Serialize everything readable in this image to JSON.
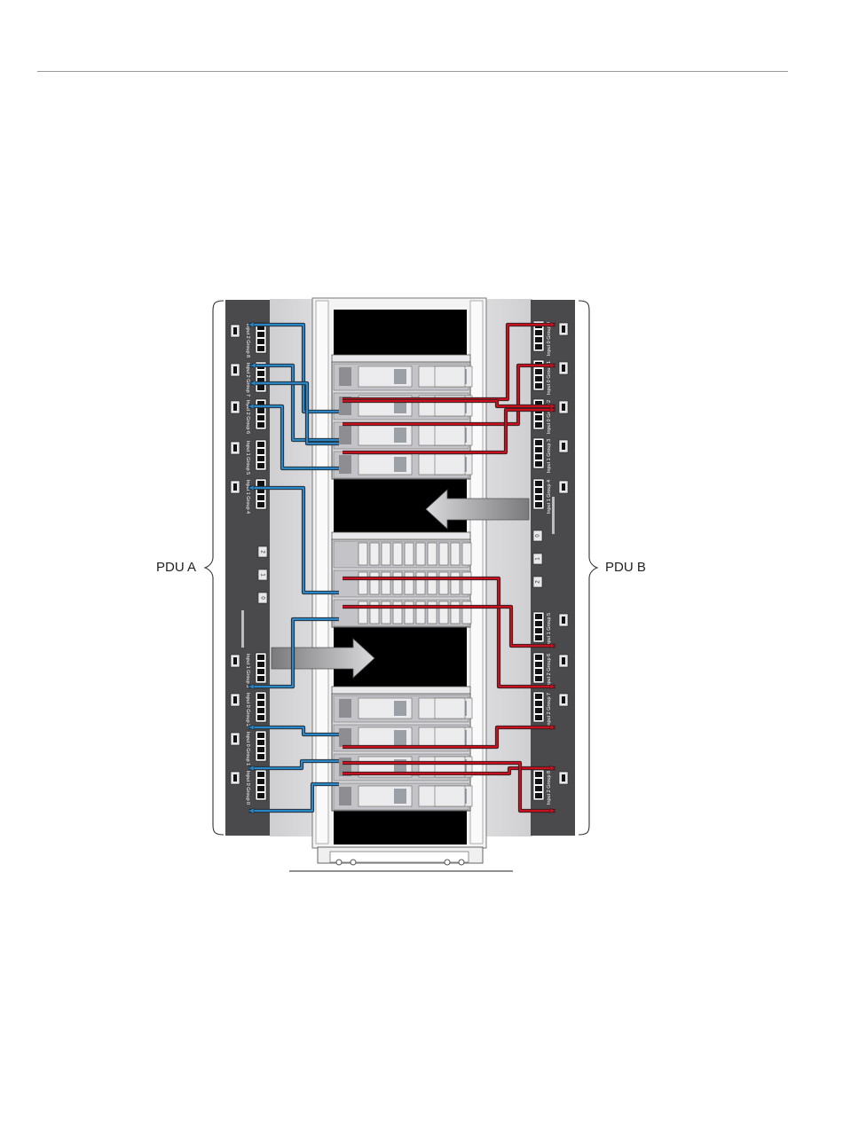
{
  "labels": {
    "pdu_a": "PDU A",
    "pdu_b": "PDU B"
  },
  "pdu_a": {
    "section_numbers": [
      "2",
      "1",
      "0"
    ],
    "groups": [
      "Input 2 Group 8",
      "Input 2 Group 7",
      "Input 2 Group 6",
      "Input 1 Group 5",
      "Input 1 Group 4",
      "Input 1 Group 3",
      "Input 0 Group 2",
      "Input 0 Group 1",
      "Input 0 Group 0"
    ]
  },
  "pdu_b": {
    "section_numbers": [
      "0",
      "1",
      "2"
    ],
    "groups": [
      "Input 0 Group 0",
      "Input 0 Group 1",
      "Input 0 Group 2",
      "Input 1 Group 3",
      "Input 1 Group 4",
      "Input 1 Group 5",
      "Input 2 Group 6",
      "Input 2 Group 7",
      "Input 2 Group 8"
    ]
  },
  "colors": {
    "pdu_body": "#4a4a4d",
    "cable_pdu_a": "#2b86c5",
    "cable_pdu_b": "#c8101e",
    "rack_interior": "#000000",
    "rack_frame": "#e8e8e8",
    "bay_background": "#d4d4d6"
  }
}
